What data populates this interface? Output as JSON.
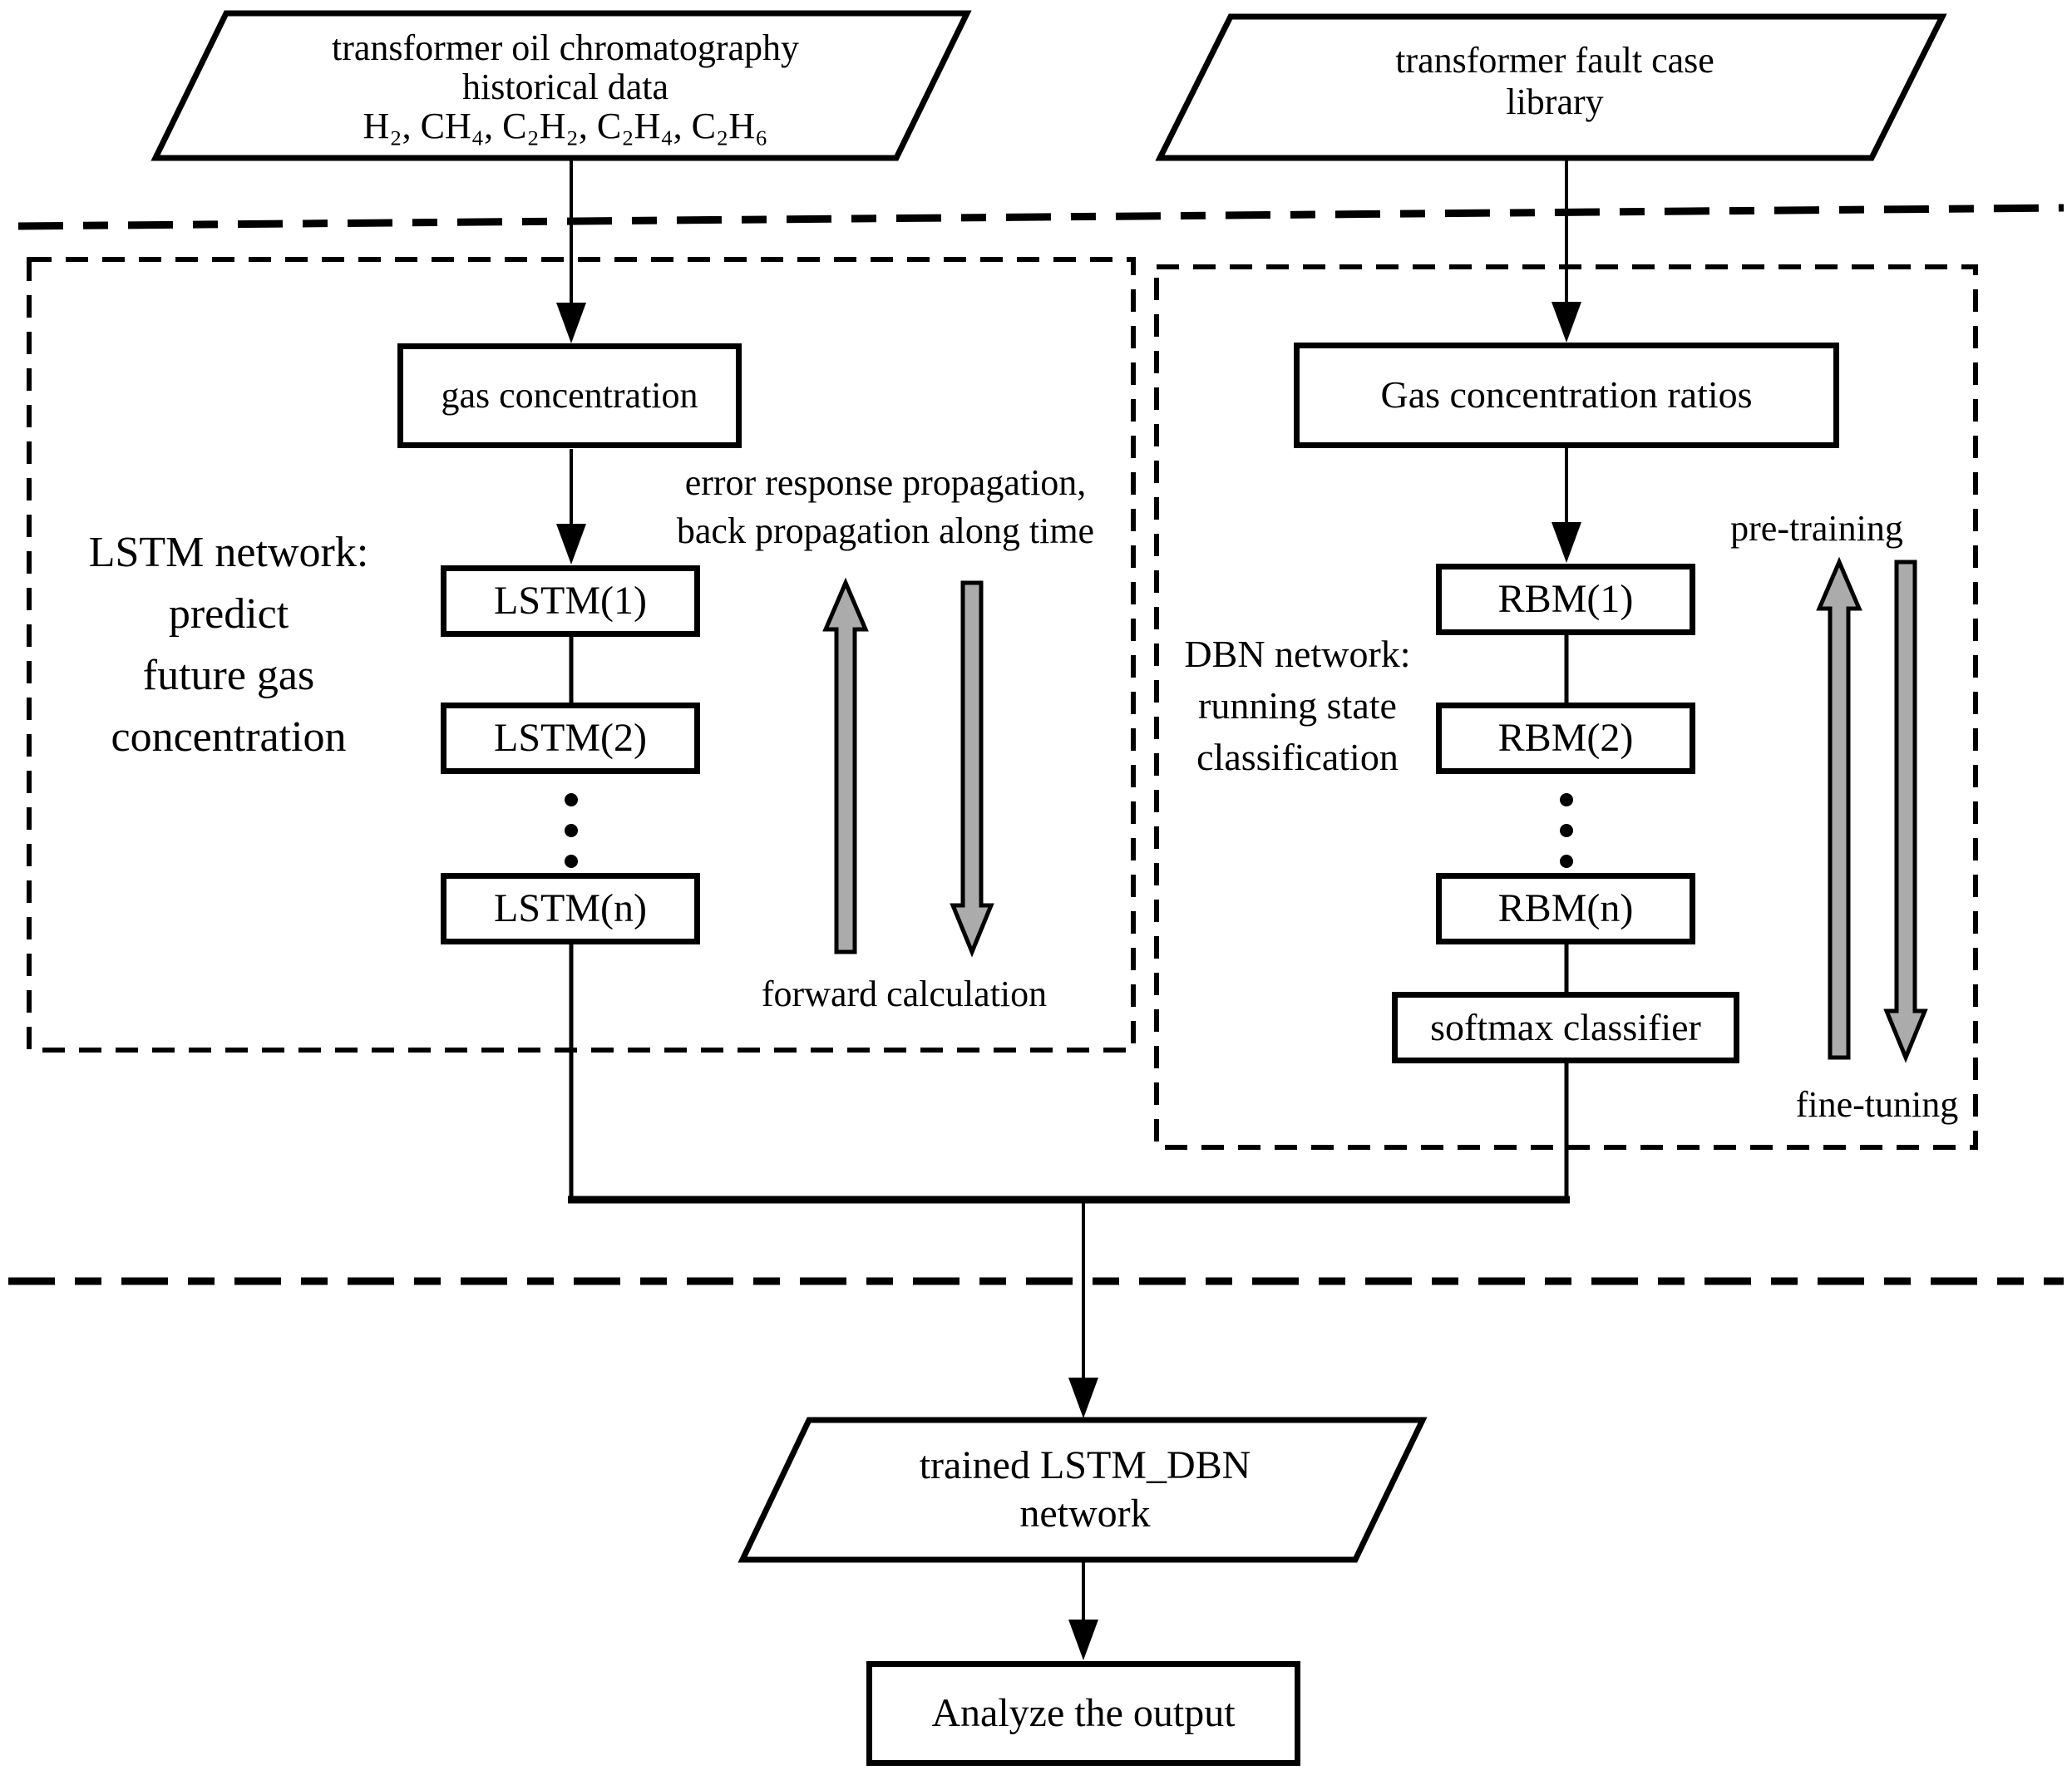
{
  "diagram": {
    "colors": {
      "background": "#ffffff",
      "line": "#000000",
      "gray_arrow_fill": "#ababab"
    },
    "inputs": {
      "oil_history": {
        "line1": "transformer oil chromatography",
        "line2": "historical data",
        "line3": "H₂, CH₄, C₂H₂, C₂H₄, C₂H₆"
      },
      "fault_library": {
        "line1": "transformer fault case",
        "line2": "library"
      }
    },
    "lstm_branch": {
      "side_label_line1": "LSTM network:",
      "side_label_line2": "predict",
      "side_label_line3": "future gas",
      "side_label_line4": "concentration",
      "input_box": "gas concentration",
      "cells": [
        "LSTM(1)",
        "LSTM(2)",
        "LSTM(n)"
      ],
      "back_prop_line1": "error response propagation,",
      "back_prop_line2": "back propagation along time",
      "forward_label": "forward calculation"
    },
    "dbn_branch": {
      "side_label_line1": "DBN network:",
      "side_label_line2": "running state",
      "side_label_line3": "classification",
      "input_box": "Gas concentration ratios",
      "cells": [
        "RBM(1)",
        "RBM(2)",
        "RBM(n)"
      ],
      "softmax_box": "softmax classifier",
      "pretraining_label": "pre-training",
      "finetuning_label": "fine-tuning"
    },
    "output": {
      "trained_line1": "trained LSTM_DBN",
      "trained_line2": "network",
      "analyze_box": "Analyze the output"
    }
  }
}
